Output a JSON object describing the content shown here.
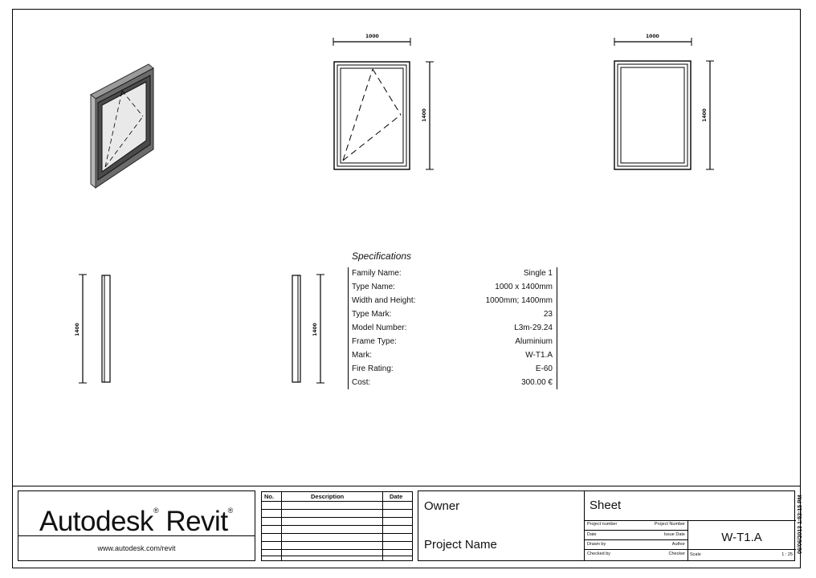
{
  "views": {
    "dimension_text": "1000",
    "height_text": "1400"
  },
  "specifications": {
    "title": "Specifications",
    "rows": [
      {
        "key": "Family Name:",
        "value": "Single 1"
      },
      {
        "key": "Type Name:",
        "value": "1000 x 1400mm"
      },
      {
        "key": "Width and Height:",
        "value": "1000mm; 1400mm"
      },
      {
        "key": "Type Mark:",
        "value": "23"
      },
      {
        "key": "Model Number:",
        "value": "L3m-29.24"
      },
      {
        "key": "Frame Type:",
        "value": "Aluminium"
      },
      {
        "key": "Mark:",
        "value": "W-T1.A"
      },
      {
        "key": "Fire Rating:",
        "value": "E-60"
      },
      {
        "key": "Cost:",
        "value": "300.00 €"
      }
    ]
  },
  "title_block": {
    "logo_text": "Autodesk",
    "logo_text_2": "Revit",
    "registered": "®",
    "url": "www.autodesk.com/revit",
    "revision_headers": {
      "no": "No.",
      "description": "Description",
      "date": "Date"
    },
    "owner": "Owner",
    "project_name": "Project Name",
    "sheet_title": "Sheet",
    "info": [
      {
        "label": "Project number",
        "value": "Project Number"
      },
      {
        "label": "Date",
        "value": "Issue Date"
      },
      {
        "label": "Drawn by",
        "value": "Author"
      },
      {
        "label": "Checked by",
        "value": "Checker"
      }
    ],
    "scale_label": "Scale",
    "scale_value": "1 : 25",
    "sheet_number": "W-T1.A",
    "print_date": "06/06/2013 1:52:15 PM"
  }
}
